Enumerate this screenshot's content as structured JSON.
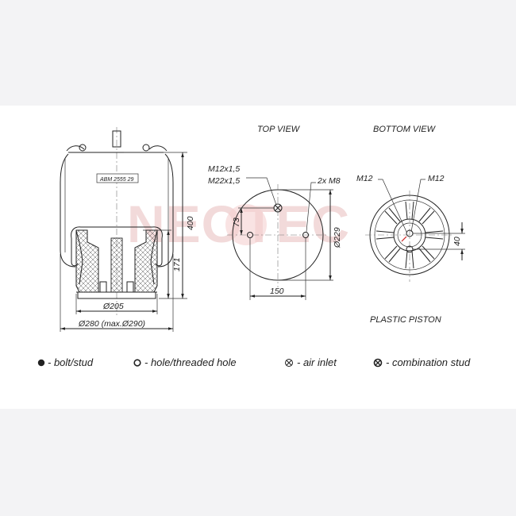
{
  "watermark": "NEOTEC",
  "views": {
    "top": "TOP VIEW",
    "bottom": "BOTTOM VIEW",
    "piston": "PLASTIC PISTON"
  },
  "side": {
    "label_plate": "ABM 2555 29",
    "height_total": "400",
    "height_piston": "171",
    "diameter_piston": "Ø205",
    "diameter_bellow": "Ø280 (max.Ø290)"
  },
  "top_view": {
    "thread_1": "M12x1,5",
    "thread_2": "M22x1,5",
    "holes": "2x M8",
    "offset": "73",
    "diameter": "Ø229",
    "spacing": "150"
  },
  "bottom_view": {
    "thread_left": "M12",
    "thread_right": "M12",
    "offset": "40"
  },
  "legend": [
    {
      "icon": "bolt",
      "label": "- bolt/stud"
    },
    {
      "icon": "hole",
      "label": "- hole/threaded hole"
    },
    {
      "icon": "air",
      "label": "- air inlet"
    },
    {
      "icon": "combo",
      "label": "- combination stud"
    }
  ]
}
